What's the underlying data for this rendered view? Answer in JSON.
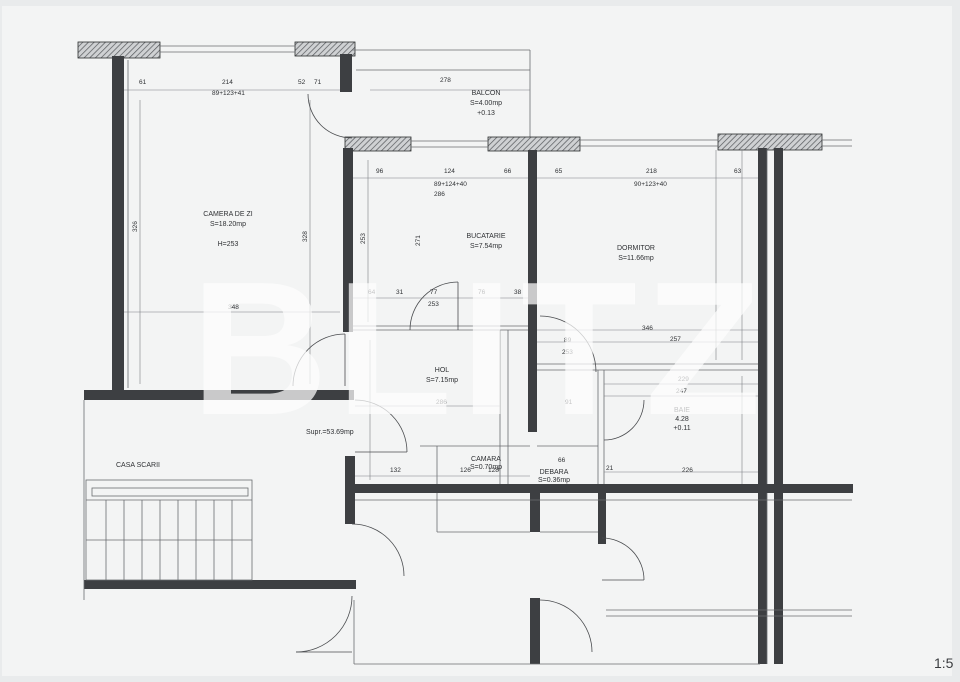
{
  "rooms": {
    "camera": {
      "name": "CAMERA DE ZI",
      "area": "S=18.20mp",
      "height": "H=253"
    },
    "balcon": {
      "name": "BALCON",
      "area": "S=4.00mp",
      "level": "+0.13"
    },
    "bucatarie": {
      "name": "BUCATARIE",
      "area": "S=7.54mp"
    },
    "dormitor": {
      "name": "DORMITOR",
      "area": "S=11.66mp"
    },
    "hol": {
      "name": "HOL",
      "area": "S=7.15mp"
    },
    "camara": {
      "name": "CAMARA",
      "area": "S=0.70mp"
    },
    "debara": {
      "name": "DEBARA",
      "area": "S=0.36mp"
    },
    "baie": {
      "name": "BAIE",
      "area": "4.28",
      "level": "+0.11"
    },
    "casa_scarii": {
      "name": "CASA SCARII"
    }
  },
  "total_area": "Supr.=53.69mp",
  "dimensions": {
    "d61": "61",
    "d214": "214",
    "d89_123_41": "89+123+41",
    "d52": "52",
    "d71": "71",
    "d278": "278",
    "d96": "96",
    "d124": "124",
    "d66a": "66",
    "d89_124_40": "89+124+40",
    "d286a": "286",
    "d65": "65",
    "d218": "218",
    "d90_123_40": "90+123+40",
    "d63": "63",
    "d348": "348",
    "d64": "64",
    "d31": "31",
    "d77": "77",
    "d76": "76",
    "d38": "38",
    "d253a": "253",
    "d89": "89",
    "d253b": "253",
    "d346": "346",
    "d257": "257",
    "d286b": "286",
    "d229": "229",
    "d247": "247",
    "d91": "91",
    "d132": "132",
    "d126": "126",
    "d128": "128",
    "d66b": "66",
    "d226": "226",
    "d21": "21",
    "d326": "326",
    "d328": "328",
    "d271": "271",
    "d253v": "253"
  },
  "watermark": "BLITZ",
  "scale_label": "1:5"
}
